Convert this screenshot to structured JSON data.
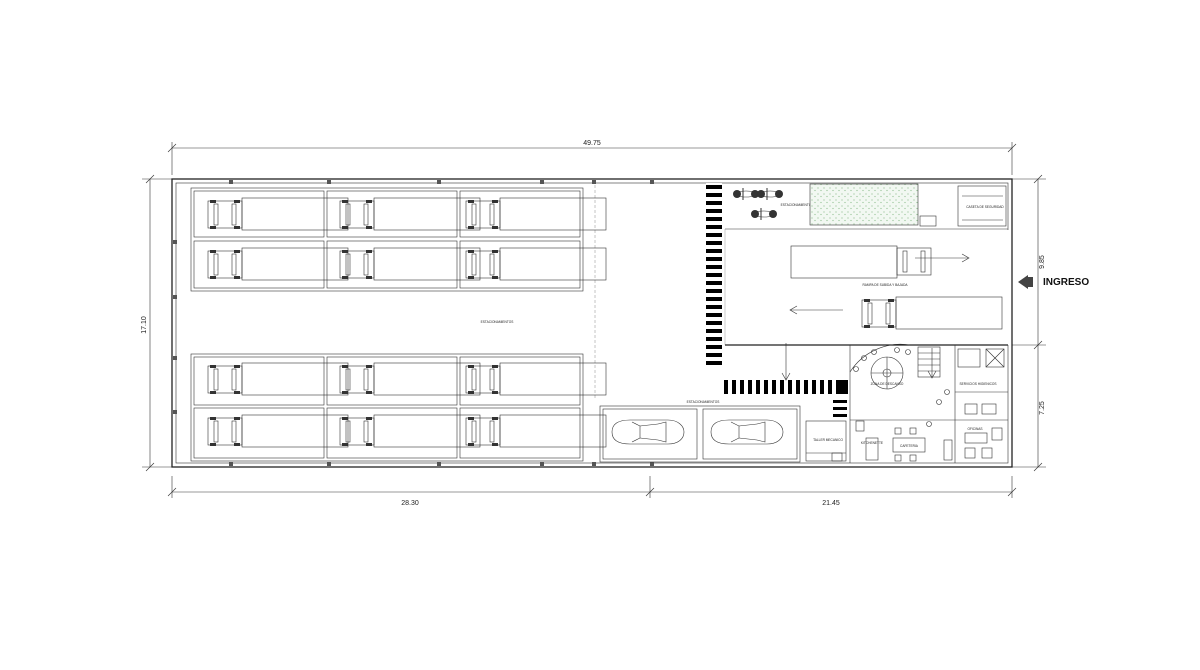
{
  "dimensions": {
    "total_width": "49.75",
    "left_width": "28.30",
    "right_width": "21.45",
    "total_height": "17.10",
    "right_top": "9.85",
    "right_bottom": "7.25"
  },
  "labels": {
    "entrance": "INGRESO",
    "parking_main": "ESTACIONAMIENTOS",
    "parking_small": "ESTACIONAMIENTOS",
    "moto_parking": "ESTACIONAMIENTOS",
    "maneuver": "RAMPA DE SUBIDA Y BAJADA",
    "security": "CASETA DE SEGURIDAD",
    "waiting": "ZONA DE DESCANSO",
    "hygiene": "SERVICIOS HIGIENICOS",
    "offices": "OFICINAS",
    "workshop": "TALLER MECANICO",
    "kitchen": "KITCHENETTE",
    "counter": "CAFETERIA"
  },
  "icons": [
    "truck-icon",
    "car-icon",
    "motorcycle-icon",
    "arrow-right-icon",
    "arrow-left-icon",
    "arrow-down-icon",
    "entrance-arrow-icon"
  ],
  "colors": {
    "line": "#222222",
    "hatch": "#000000",
    "garden": "#cfe3cf"
  }
}
